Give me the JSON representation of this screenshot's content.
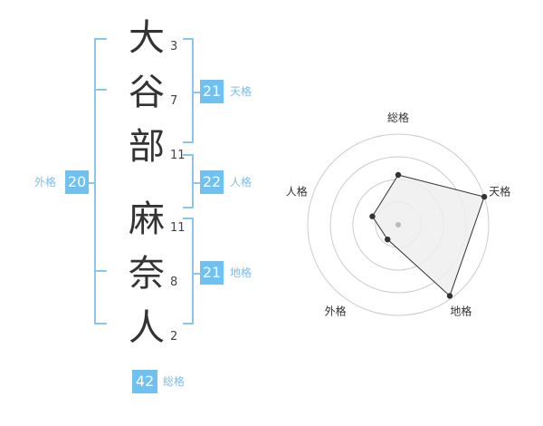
{
  "characters": [
    {
      "char": "大",
      "strokes": "3"
    },
    {
      "char": "谷",
      "strokes": "7"
    },
    {
      "char": "部",
      "strokes": "11"
    },
    {
      "char": "麻",
      "strokes": "11"
    },
    {
      "char": "奈",
      "strokes": "8"
    },
    {
      "char": "人",
      "strokes": "2"
    }
  ],
  "kakusu": {
    "tenkaku": {
      "value": "21",
      "label": "天格"
    },
    "jinkaku": {
      "value": "22",
      "label": "人格"
    },
    "chikaku": {
      "value": "21",
      "label": "地格"
    },
    "gaikaku": {
      "value": "20",
      "label": "外格"
    },
    "soukaku": {
      "value": "42",
      "label": "総格"
    }
  },
  "chart_data": {
    "type": "radar",
    "axes": [
      "総格",
      "天格",
      "地格",
      "外格",
      "人格"
    ],
    "values": [
      0.55,
      1.0,
      0.97,
      0.2,
      0.3
    ],
    "range": [
      0,
      1
    ],
    "rings": 4,
    "colors": {
      "fill": "#efefef",
      "stroke": "#333333",
      "grid": "#cccccc",
      "center": "#bbbbbb"
    }
  },
  "colors": {
    "accent": "#70c0f0",
    "label": "#7dbce8",
    "bracket": "#8cc4ea"
  }
}
